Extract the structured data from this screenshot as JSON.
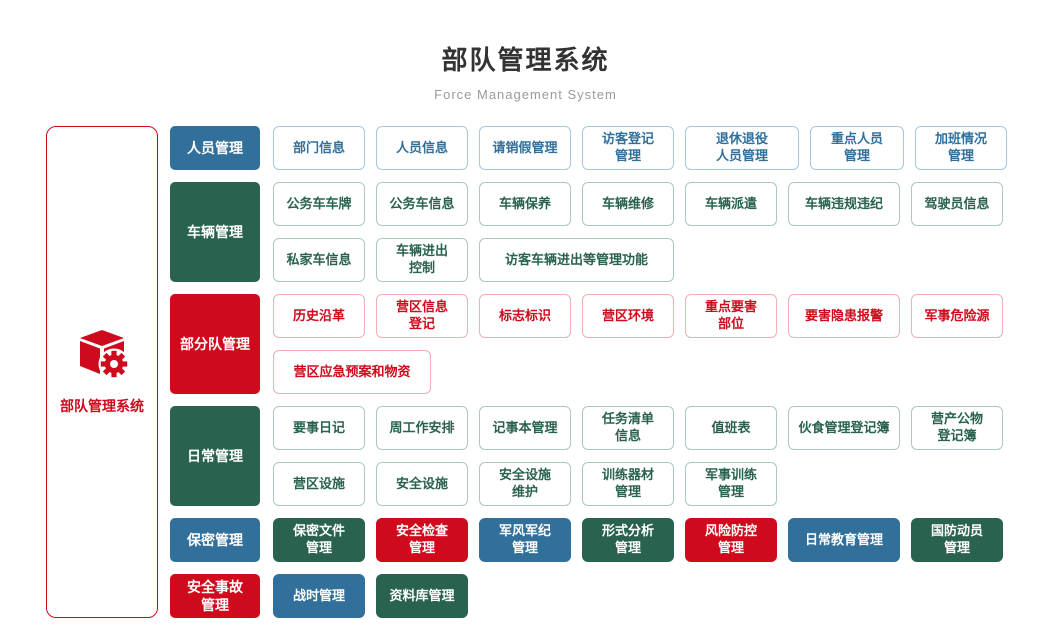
{
  "header": {
    "title": "部队管理系统",
    "subtitle": "Force Management System"
  },
  "sidebar": {
    "label": "部队管理系统",
    "icon": "cube-gear-icon"
  },
  "colors": {
    "blue": "#31709b",
    "green": "#29624e",
    "red": "#cf0a1c",
    "blue_border": "#a9c8dc",
    "green_border": "#aac9bd",
    "red_border": "#f2aeb4",
    "title_text": "#333333",
    "subtitle_text": "#9b9b9b"
  },
  "rows": [
    {
      "category": {
        "label": "人员管理",
        "color": "blue"
      },
      "item_style": "outline",
      "lines": [
        [
          {
            "label": "部门信息"
          },
          {
            "label": "人员信息"
          },
          {
            "label": "请销假管理"
          },
          {
            "label": "访客登记\n管理"
          },
          {
            "label": "退休退役\n人员管理",
            "w": 114
          },
          {
            "label": "重点人员\n管理",
            "w": 94
          },
          {
            "label": "加班情况\n管理"
          }
        ]
      ]
    },
    {
      "category": {
        "label": "车辆管理",
        "color": "green"
      },
      "item_style": "outline",
      "lines": [
        [
          {
            "label": "公务车车牌"
          },
          {
            "label": "公务车信息"
          },
          {
            "label": "车辆保养"
          },
          {
            "label": "车辆维修"
          },
          {
            "label": "车辆派遣"
          },
          {
            "label": "车辆违规违纪",
            "w": 112
          },
          {
            "label": "驾驶员信息"
          }
        ],
        [
          {
            "label": "私家车信息"
          },
          {
            "label": "车辆进出\n控制"
          },
          {
            "label": "访客车辆进出等管理功能",
            "w": 195
          }
        ]
      ]
    },
    {
      "category": {
        "label": "部分队管理",
        "color": "red"
      },
      "item_style": "outline",
      "lines": [
        [
          {
            "label": "历史沿革"
          },
          {
            "label": "营区信息\n登记"
          },
          {
            "label": "标志标识"
          },
          {
            "label": "营区环境"
          },
          {
            "label": "重点要害\n部位"
          },
          {
            "label": "要害隐患报警",
            "w": 112
          },
          {
            "label": "军事危险源"
          }
        ],
        [
          {
            "label": "营区应急预案和物资",
            "w": 158
          }
        ]
      ]
    },
    {
      "category": {
        "label": "日常管理",
        "color": "green"
      },
      "item_style": "outline",
      "lines": [
        [
          {
            "label": "要事日记"
          },
          {
            "label": "周工作安排"
          },
          {
            "label": "记事本管理"
          },
          {
            "label": "任务清单\n信息"
          },
          {
            "label": "值班表"
          },
          {
            "label": "伙食管理登记簿",
            "w": 112
          },
          {
            "label": "营产公物\n登记簿"
          }
        ],
        [
          {
            "label": "营区设施"
          },
          {
            "label": "安全设施"
          },
          {
            "label": "安全设施\n维护"
          },
          {
            "label": "训练器材\n管理"
          },
          {
            "label": "军事训练\n管理"
          }
        ]
      ]
    },
    {
      "category": {
        "label": "保密管理",
        "color": "blue"
      },
      "item_style": "solid",
      "lines": [
        [
          {
            "label": "保密文件\n管理",
            "color": "green"
          },
          {
            "label": "安全检查\n管理",
            "color": "red"
          },
          {
            "label": "军风军纪\n管理",
            "color": "blue"
          },
          {
            "label": "形式分析\n管理",
            "color": "green"
          },
          {
            "label": "风险防控\n管理",
            "color": "red"
          },
          {
            "label": "日常教育管理",
            "color": "blue",
            "w": 112
          },
          {
            "label": "国防动员\n管理",
            "color": "green"
          }
        ]
      ]
    },
    {
      "category": {
        "label": "安全事故\n管理",
        "color": "red"
      },
      "item_style": "solid",
      "lines": [
        [
          {
            "label": "战时管理",
            "color": "blue"
          },
          {
            "label": "资料库管理",
            "color": "green"
          }
        ]
      ]
    }
  ]
}
